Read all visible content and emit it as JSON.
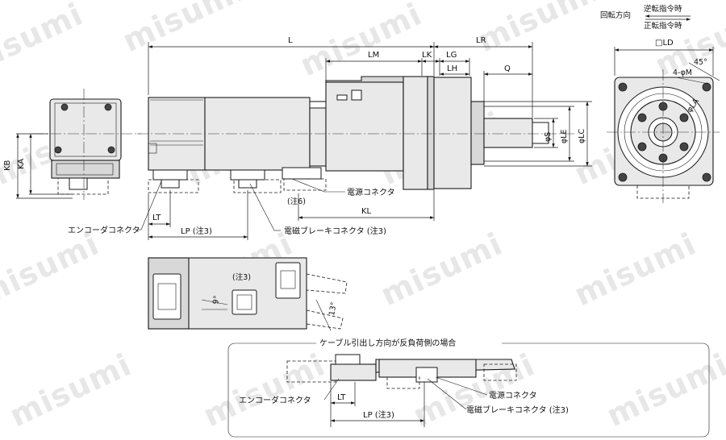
{
  "legend": {
    "rotation_direction": "回転方向",
    "reverse_command": "逆転指令時",
    "forward_command": "正転指令時"
  },
  "dimensions": {
    "L": "L",
    "LM": "LM",
    "LR": "LR",
    "LK": "LK",
    "LG": "LG",
    "LH": "LH",
    "Q": "Q",
    "KB": "KB",
    "KA": "KA",
    "LT": "LT",
    "LP": "LP (注3)",
    "KL": "KL",
    "S": "φS",
    "LE": "φLE",
    "LC": "φLC",
    "LD": "□LD",
    "M": "4-φM",
    "LA": "φLA",
    "angle45": "45°",
    "angle9": "9°",
    "angle13": "13°"
  },
  "notes": {
    "note6": "(注6)",
    "note3": "(注3)"
  },
  "labels": {
    "power_connector": "電源コネクタ",
    "encoder_connector": "エンコーダコネクタ",
    "brake_connector": "電磁ブレーキコネクタ (注3)"
  },
  "inset": {
    "title": "ケーブル引出し方向が反負荷側の場合",
    "encoder_connector": "エンコーダコネクタ",
    "power_connector": "電源コネクタ",
    "brake_connector": "電磁ブレーキコネクタ (注3)",
    "LT": "LT",
    "LP": "LP (注3)"
  },
  "watermark": "misumi"
}
